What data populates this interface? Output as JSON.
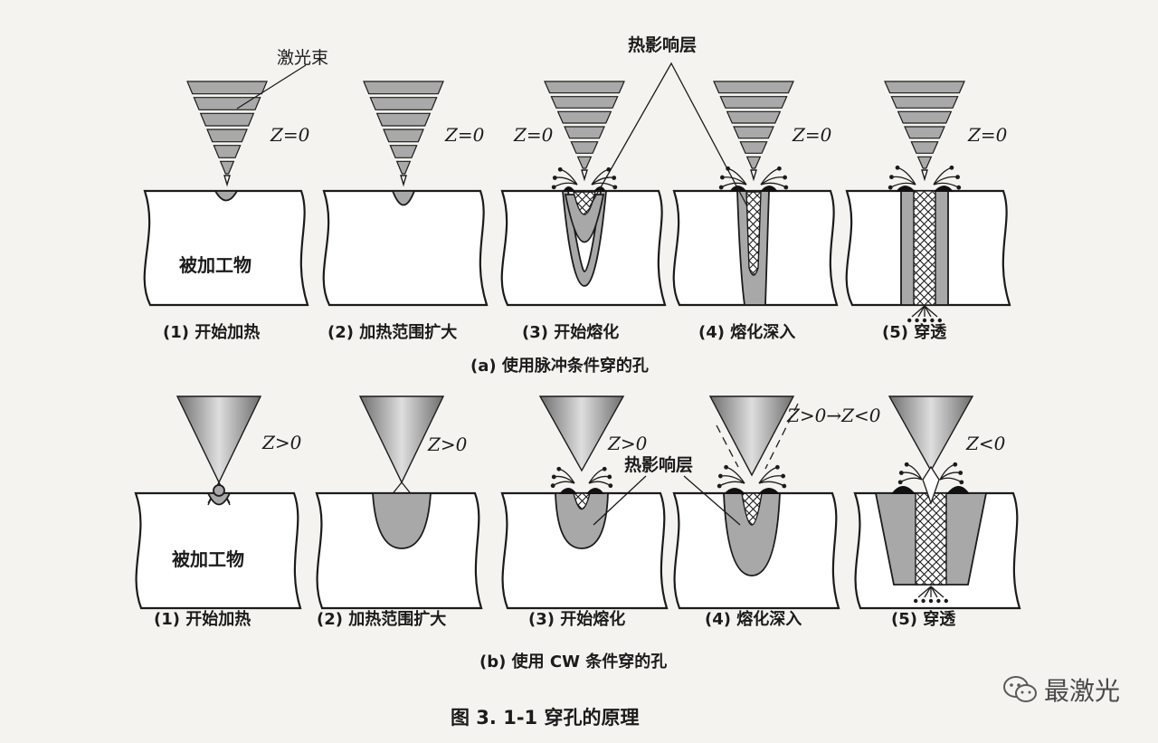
{
  "labels": {
    "beam": "激光束",
    "haz_top": "热影响层",
    "haz_bottom": "热影响层",
    "workpiece": "被加工物",
    "z_zero": "Z=0",
    "z_pos": "Z>0",
    "z_transition": "Z>0→Z<0",
    "z_neg": "Z<0"
  },
  "steps": [
    {
      "label": "(1) 开始加热"
    },
    {
      "label": "(2) 加热范围扩大"
    },
    {
      "label": "(3) 开始熔化"
    },
    {
      "label": "(4) 熔化深入"
    },
    {
      "label": "(5) 穿透"
    }
  ],
  "sections": {
    "a": "(a) 使用脉冲条件穿的孔",
    "b": "(b) 使用 CW 条件穿的孔"
  },
  "figure_caption": "图 3. 1-1    穿孔的原理",
  "watermark": "最激光"
}
